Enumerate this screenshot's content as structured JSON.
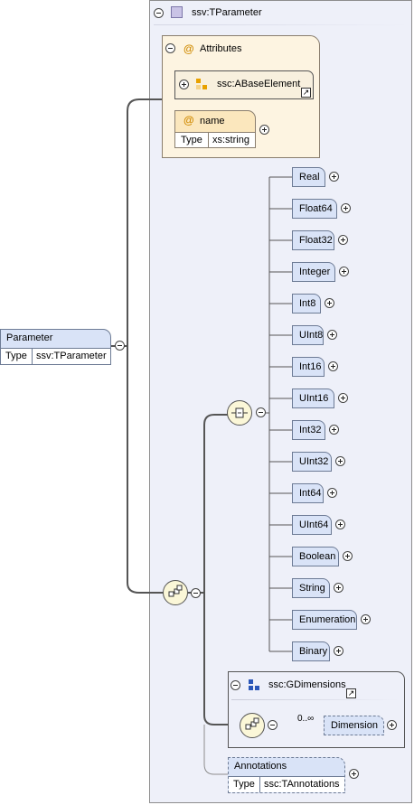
{
  "type_container": {
    "name": "ssv:TParameter"
  },
  "attributes": {
    "label": "Attributes",
    "base_element": "ssc:ABaseElement",
    "name_attr": {
      "name": "name",
      "type_label": "Type",
      "type_value": "xs:string"
    }
  },
  "root_element": {
    "name": "Parameter",
    "type_label": "Type",
    "type_value": "ssv:TParameter"
  },
  "choice_elements": [
    "Real",
    "Float64",
    "Float32",
    "Integer",
    "Int8",
    "UInt8",
    "Int16",
    "UInt16",
    "Int32",
    "UInt32",
    "Int64",
    "UInt64",
    "Boolean",
    "String",
    "Enumeration",
    "Binary"
  ],
  "group": {
    "name": "ssc:GDimensions",
    "occurrence": "0..∞",
    "element": "Dimension"
  },
  "annotations": {
    "name": "Annotations",
    "type_label": "Type",
    "type_value": "ssc:TAnnotations"
  },
  "colors": {
    "element_fill": "#d9e3f7",
    "attribute_fill": "#fdf4e1",
    "compositor_fill": "#fbf7d8",
    "type_fill": "#eef0f9"
  }
}
